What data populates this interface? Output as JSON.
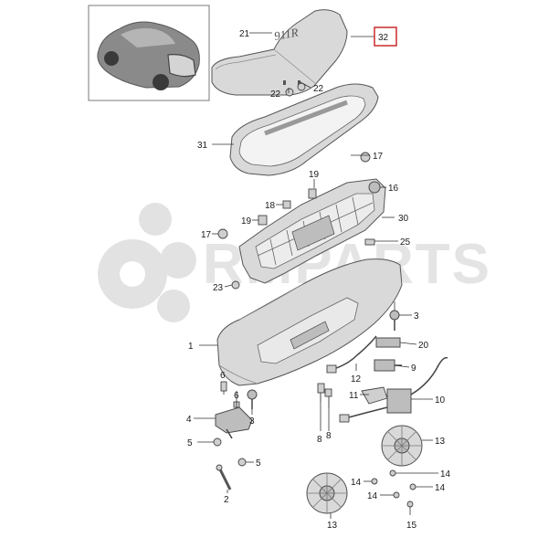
{
  "watermark": "RMPARTS",
  "badge_text": "911R",
  "highlight_callout": "32",
  "callouts": [
    "21",
    "32",
    "22",
    "22",
    "31",
    "17",
    "19",
    "16",
    "18",
    "30",
    "19",
    "17",
    "25",
    "23",
    "3",
    "1",
    "20",
    "9",
    "12",
    "11",
    "10",
    "6",
    "6",
    "4",
    "3",
    "8",
    "8",
    "13",
    "5",
    "5",
    "14",
    "14",
    "14",
    "14",
    "2",
    "13",
    "15"
  ]
}
